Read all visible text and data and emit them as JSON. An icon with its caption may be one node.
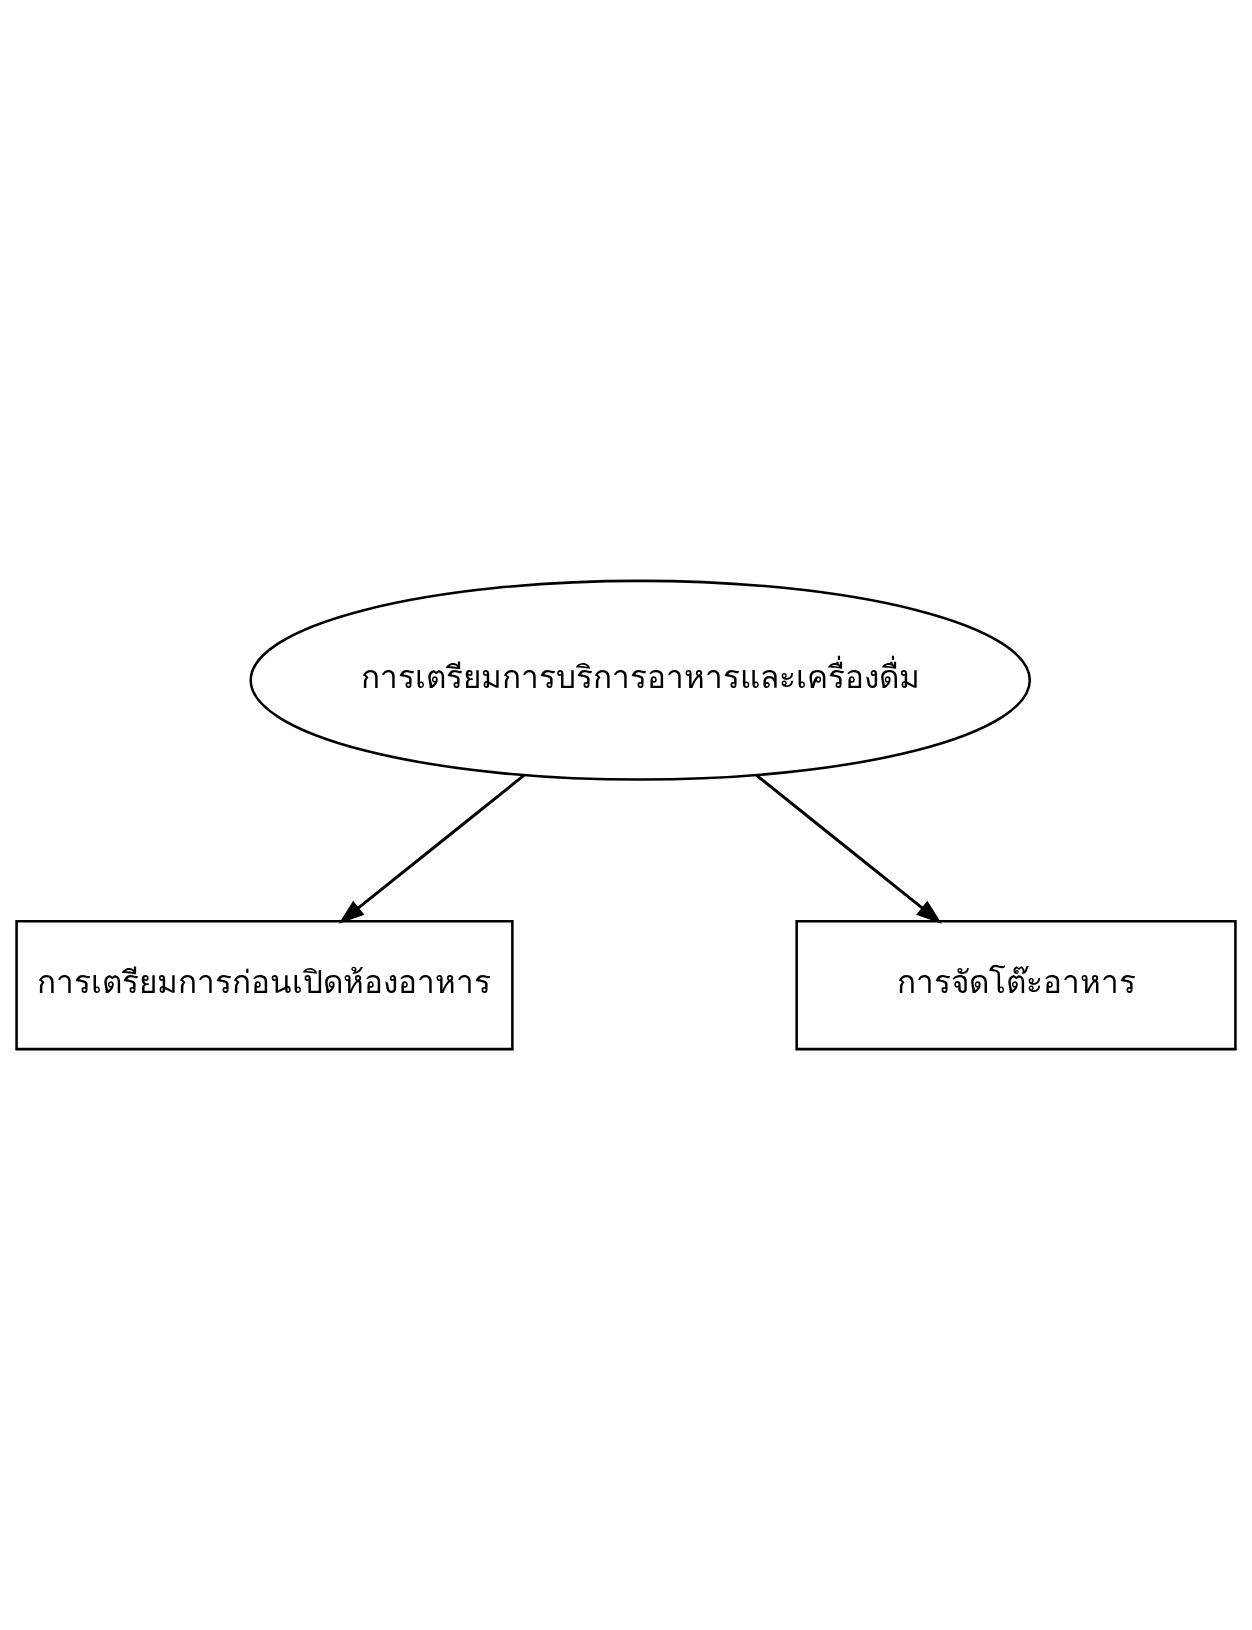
{
  "diagram": {
    "nodes": [
      {
        "text": [
          "การเตรียมการบริการอาหารและเครื่องดื่ม"
        ]
      },
      {
        "text": [
          "การเตรียมการก่อนเปิดห้องอาหาร"
        ]
      },
      {
        "text": [
          "การจัดโต๊ะอาหาร"
        ]
      }
    ],
    "edges": [
      {
        "from": 0,
        "to": 1,
        "arrow": "to"
      },
      {
        "from": 0,
        "to": 2,
        "arrow": "to"
      }
    ]
  }
}
